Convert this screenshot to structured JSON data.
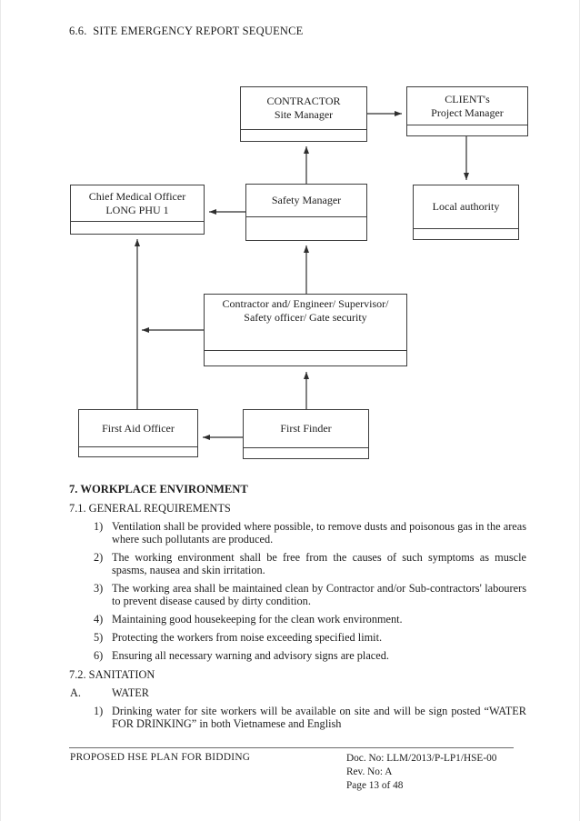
{
  "page": {
    "title": "6.6.  SITE EMERGENCY REPORT SEQUENCE"
  },
  "diagram": {
    "nodes": {
      "contractor": {
        "line1": "CONTRACTOR",
        "line2": "Site Manager"
      },
      "client": {
        "line1": "CLIENT's",
        "line2": "Project Manager"
      },
      "chief": {
        "line1": "Chief Medical Officer",
        "line2": "LONG PHU 1"
      },
      "safety": {
        "line1": "Safety Manager"
      },
      "local": {
        "line1": "Local authority"
      },
      "crew": {
        "line1": "Contractor and/ Engineer/ Supervisor/",
        "line2": "Safety officer/ Gate security"
      },
      "firstaid": {
        "line1": "First Aid Officer"
      },
      "firstfinder": {
        "line1": "First Finder"
      }
    },
    "flows": [
      "Contractor Site Manager -> Client Project Manager",
      "Safety Manager -> Contractor Site Manager",
      "Client Project Manager -> Local authority",
      "Safety Manager -> Chief Medical Officer",
      "Crew -> Safety Manager",
      "Crew -> Chief Medical Officer",
      "First Aid Officer -> Chief Medical Officer",
      "First Finder -> Crew",
      "First Finder -> First Aid Officer"
    ]
  },
  "sections": {
    "s7": {
      "heading": "7. WORKPLACE ENVIRONMENT"
    },
    "s71": {
      "heading": "7.1. GENERAL REQUIREMENTS",
      "items": [
        {
          "num": "1)",
          "text": "Ventilation shall be provided where possible, to remove dusts and poisonous gas in the areas where such pollutants are produced."
        },
        {
          "num": "2)",
          "text": "The working environment shall be free from the causes of such symptoms as muscle spasms, nausea and skin irritation."
        },
        {
          "num": "3)",
          "text": "The working area shall be maintained clean by Contractor and/or Sub-contractors' labourers to prevent disease caused by dirty condition."
        },
        {
          "num": "4)",
          "text": "Maintaining good housekeeping for the clean work environment."
        },
        {
          "num": "5)",
          "text": "Protecting the workers from noise exceeding specified limit."
        },
        {
          "num": "6)",
          "text": "Ensuring all necessary warning and advisory signs are placed."
        }
      ]
    },
    "s72": {
      "heading": "7.2. SANITATION",
      "sub_label": "A.",
      "sub_title": "WATER",
      "items": [
        {
          "num": "1)",
          "text": "Drinking water for site workers will be available on site and will be sign posted “WATER FOR DRINKING” in both Vietnamese and English"
        }
      ]
    }
  },
  "footer": {
    "left": "PROPOSED HSE PLAN FOR BIDDING",
    "doc_no": "Doc. No: LLM/2013/P-LP1/HSE-00",
    "rev_no": "Rev. No: A",
    "page": "Page 13 of 48"
  },
  "colors": {
    "ink": "#1c1c1c",
    "line": "#2e2e2e",
    "box_border": "#3d3d3d"
  }
}
